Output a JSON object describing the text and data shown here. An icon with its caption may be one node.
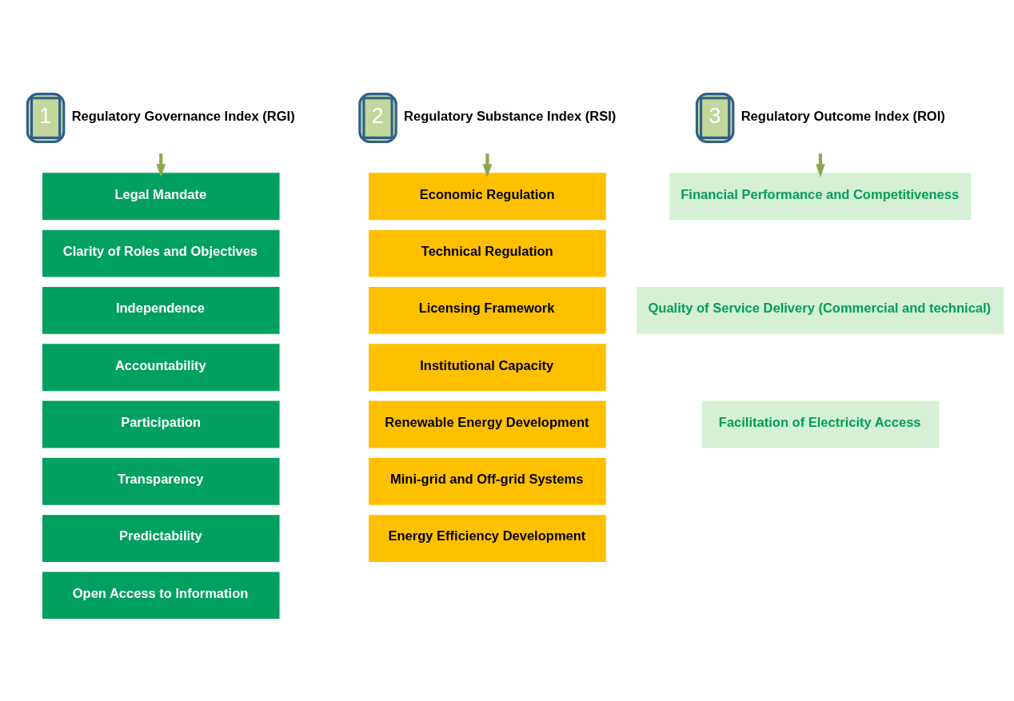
{
  "diagram": {
    "nodes": [
      {
        "text": [
          "1",
          "Regulatory Governance Index (RGI)"
        ]
      },
      {
        "text": [
          "Legal Mandate"
        ]
      },
      {
        "text": [
          "Clarity of Roles and Objectives"
        ]
      },
      {
        "text": [
          "Independence"
        ]
      },
      {
        "text": [
          "Accountability"
        ]
      },
      {
        "text": [
          "Participation"
        ]
      },
      {
        "text": [
          "Transparency"
        ]
      },
      {
        "text": [
          "Predictability"
        ]
      },
      {
        "text": [
          "Open Access to Information"
        ]
      },
      {
        "text": [
          "2",
          "Regulatory Substance Index (RSI)"
        ]
      },
      {
        "text": [
          "Economic Regulation"
        ]
      },
      {
        "text": [
          "Technical Regulation"
        ]
      },
      {
        "text": [
          "Licensing Framework"
        ]
      },
      {
        "text": [
          "Institutional Capacity"
        ]
      },
      {
        "text": [
          "Renewable Energy Development"
        ]
      },
      {
        "text": [
          "Mini-grid and Off-grid Systems"
        ]
      },
      {
        "text": [
          "Energy Efficiency Development"
        ]
      },
      {
        "text": [
          "3",
          "Regulatory Outcome Index (ROI)"
        ]
      },
      {
        "text": [
          "Financial Performance and Competitiveness"
        ]
      },
      {
        "text": [
          "Quality of Service Delivery (Commercial and technical)"
        ]
      },
      {
        "text": [
          "Facilitation of Electricity Access"
        ]
      }
    ],
    "edges": [
      {
        "from": 0,
        "to": 1,
        "arrow": "to"
      },
      {
        "from": 9,
        "to": 10,
        "arrow": "to"
      },
      {
        "from": 17,
        "to": 18,
        "arrow": "to"
      }
    ]
  }
}
